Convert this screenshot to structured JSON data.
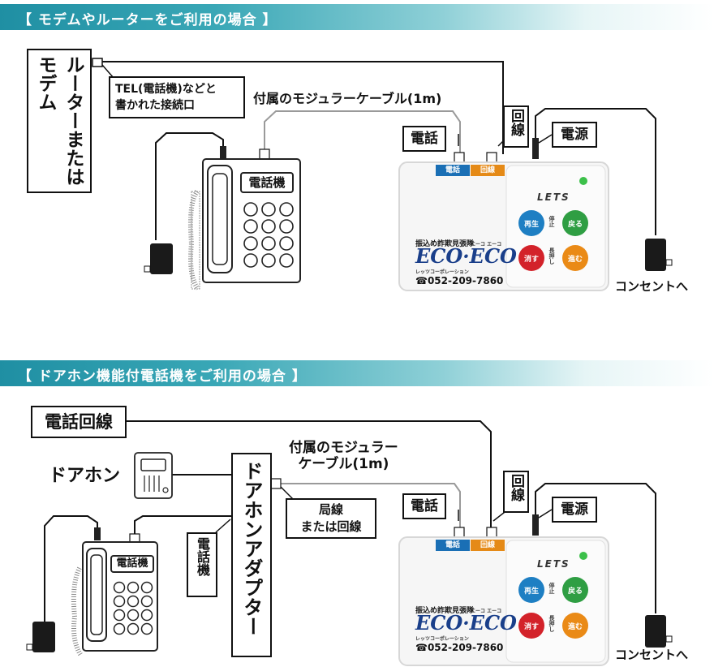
{
  "section1": {
    "banner": "【 モデムやルーターをご利用の場合 】",
    "router_label": "ルーターまたはモデム",
    "tel_port_note": "TEL(電話機)などと\n書かれた接続口",
    "cable_note": "付属のモジュラーケーブル(1m)",
    "phone_port_label": "電話",
    "line_port_label": "回線",
    "power_label": "電源",
    "phone_label": "電話機",
    "outlet_label": "コンセントへ"
  },
  "section2": {
    "banner": "【 ドアホン機能付電話機をご利用の場合 】",
    "line_label": "電話回線",
    "doorphone_label": "ドアホン",
    "adapter_label": "ドアホンアダプター",
    "cable_note": "付属のモジュラー\nケーブル(1m)",
    "line_port_note": "局線\nまたは回線",
    "phone_side_label": "電話機",
    "phone_port_label": "電話",
    "line_port_label": "回線",
    "power_label": "電源",
    "phone_label": "電話機",
    "outlet_label": "コンセントへ"
  },
  "device": {
    "tab_phone": "電話",
    "tab_line": "回線",
    "brand": "LETS",
    "btn_play": "再生",
    "btn_back": "戻る",
    "btn_delete": "消す",
    "btn_forward": "進む",
    "side_stop": "停止",
    "side_long": "長押し",
    "tagline": "振込め詐欺見張隊",
    "product": "ECO·ECO",
    "product_kana": "エーコ エーコ",
    "company": "レッツコーポレーション",
    "phone": "☎052-209-7860"
  },
  "colors": {
    "tab_blue": "#1a6fb5",
    "tab_orange": "#e58a17",
    "btn_blue": "#1e7fc3",
    "btn_green": "#2f9e43",
    "btn_red": "#d3222a",
    "btn_orange": "#ea8a16",
    "led_green": "#3cc04a",
    "cable_gray": "#9a9a9a"
  }
}
